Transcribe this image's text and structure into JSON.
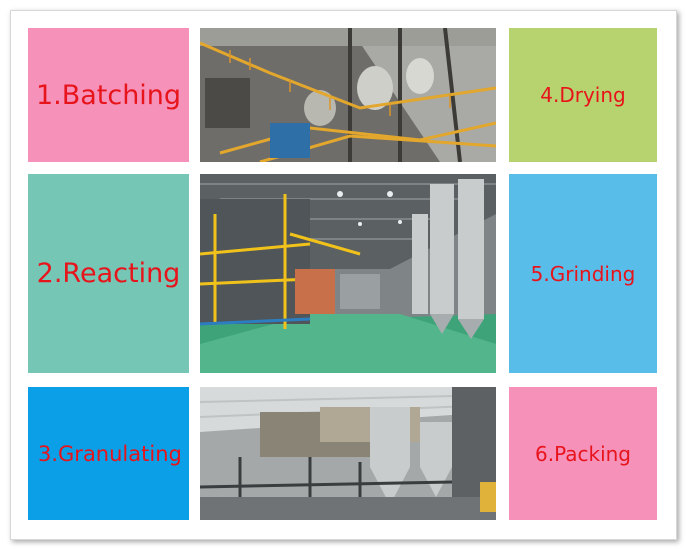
{
  "steps": [
    {
      "label": "1.Batching",
      "color": "#f691ba"
    },
    {
      "label": "2.Reacting",
      "color": "#76c6b5"
    },
    {
      "label": "3.Granulating",
      "color": "#0a9fe6"
    },
    {
      "label": "4.Drying",
      "color": "#b6d36f"
    },
    {
      "label": "5.Grinding",
      "color": "#58bde9"
    },
    {
      "label": "6.Packing",
      "color": "#f691ba"
    }
  ],
  "photos": [
    {
      "name": "batching-plant-photo"
    },
    {
      "name": "reacting-hall-photo"
    },
    {
      "name": "granulating-equipment-photo"
    }
  ]
}
